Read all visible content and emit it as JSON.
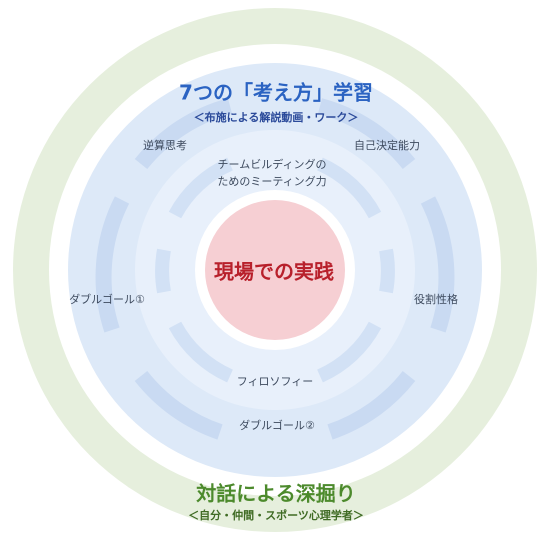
{
  "outer_ring": {
    "title": "対話による深掘り",
    "subtitle": "＜自分・仲間・スポーツ心理学者＞"
  },
  "middle_ring": {
    "title": "7つの「考え方」学習",
    "subtitle": "＜布施による解説動画・ワーク＞",
    "items": [
      "逆算思考",
      "自己決定能力",
      "チームビルディングの",
      "ためのミーティング力",
      "ダブルゴール①",
      "役割性格",
      "フィロソフィー",
      "ダブルゴール②"
    ]
  },
  "center": {
    "label": "現場での実践"
  },
  "colors": {
    "outer_ring": "#e6efdd",
    "middle_ring": "#dde9f8",
    "inner_ring": "#e8f0fb",
    "segment": "#d2e1f5",
    "center": "#f6cfd3",
    "blue_title": "#2b63c2",
    "green_title": "#4c8a2c",
    "center_text": "#b8202b"
  }
}
